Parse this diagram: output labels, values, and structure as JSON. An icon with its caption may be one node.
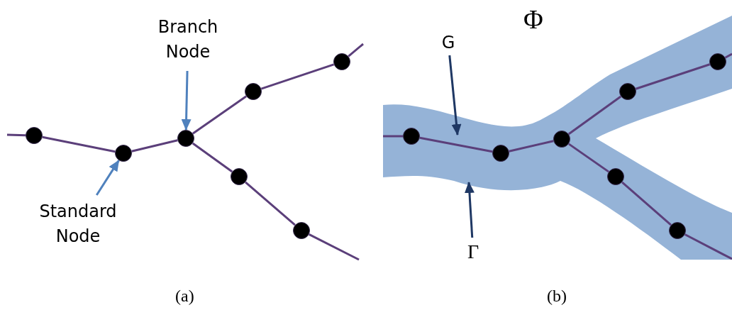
{
  "diagram": {
    "nodes": [
      {
        "text": [
          "Branch Node"
        ]
      },
      {
        "text": [],
        "shape": "circle"
      },
      {
        "text": [],
        "shape": "circle"
      },
      {
        "text": [],
        "shape": "circle"
      },
      {
        "text": [],
        "shape": "circle"
      },
      {
        "text": [],
        "shape": "circle"
      },
      {
        "text": [],
        "shape": "circle"
      },
      {
        "text": [],
        "shape": "circle"
      },
      {
        "text": [
          "Standard Node"
        ]
      },
      {
        "text": [],
        "shape": "band"
      },
      {
        "text": [],
        "shape": "circle",
        "in": 9
      },
      {
        "text": [],
        "shape": "circle",
        "in": 9
      },
      {
        "text": [],
        "shape": "circle",
        "in": 9
      },
      {
        "text": [],
        "shape": "circle",
        "in": 9
      },
      {
        "text": [],
        "shape": "circle",
        "in": 9
      },
      {
        "text": [],
        "shape": "circle",
        "in": 9
      },
      {
        "text": [],
        "shape": "circle",
        "in": 9
      },
      {
        "text": [
          "G"
        ]
      },
      {
        "text": [
          "Γ"
        ]
      }
    ],
    "edges": [
      {
        "from": null,
        "to": 1,
        "arrow": "none"
      },
      {
        "from": 1,
        "to": 2,
        "arrow": "none"
      },
      {
        "from": 2,
        "to": 3,
        "arrow": "none"
      },
      {
        "from": 3,
        "to": 4,
        "arrow": "none"
      },
      {
        "from": 4,
        "to": 5,
        "arrow": "none"
      },
      {
        "from": 5,
        "to": null,
        "arrow": "none"
      },
      {
        "from": 3,
        "to": 6,
        "arrow": "none"
      },
      {
        "from": 6,
        "to": 7,
        "arrow": "none"
      },
      {
        "from": 7,
        "to": null,
        "arrow": "none"
      },
      {
        "from": 0,
        "to": 3,
        "arrow": "to",
        "color": "#4f81bd"
      },
      {
        "from": 8,
        "to": 2,
        "arrow": "to",
        "color": "#4f81bd"
      },
      {
        "from": 9,
        "to": 10,
        "arrow": "none"
      },
      {
        "from": 10,
        "to": 11,
        "arrow": "none"
      },
      {
        "from": 11,
        "to": 12,
        "arrow": "none"
      },
      {
        "from": 12,
        "to": 13,
        "arrow": "none"
      },
      {
        "from": 13,
        "to": 14,
        "arrow": "none"
      },
      {
        "from": 14,
        "to": 9,
        "arrow": "none"
      },
      {
        "from": 12,
        "to": 15,
        "arrow": "none"
      },
      {
        "from": 15,
        "to": 16,
        "arrow": "none"
      },
      {
        "from": 16,
        "to": 9,
        "arrow": "none"
      },
      {
        "from": 17,
        "to": 9,
        "arrow": "to",
        "color": "#1f3864"
      },
      {
        "from": 18,
        "to": 9,
        "arrow": "to",
        "color": "#1f3864"
      }
    ],
    "labels": [
      "Φ",
      "(a)",
      "(b)"
    ]
  }
}
